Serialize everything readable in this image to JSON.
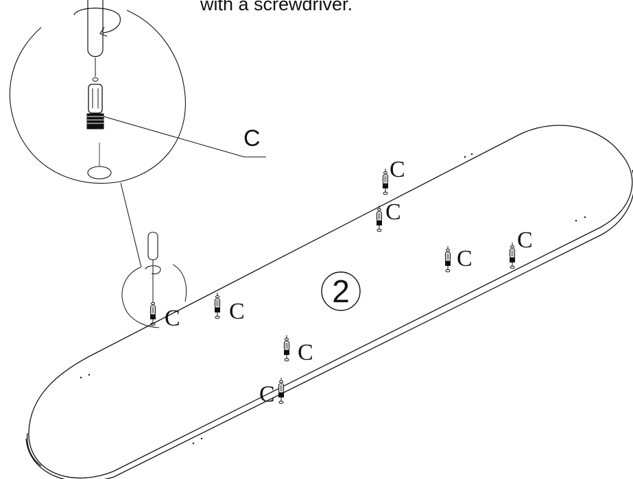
{
  "instruction": {
    "caption": "with a screwdriver."
  },
  "callout": {
    "part_label": "C"
  },
  "panel": {
    "step_number": "2"
  },
  "fasteners": {
    "label": "C",
    "count": 9
  },
  "colors": {
    "line": "#111111",
    "background": "#ffffff"
  },
  "icons": [
    "screwdriver-icon",
    "rotation-arrow-icon",
    "cam-bolt-icon"
  ]
}
